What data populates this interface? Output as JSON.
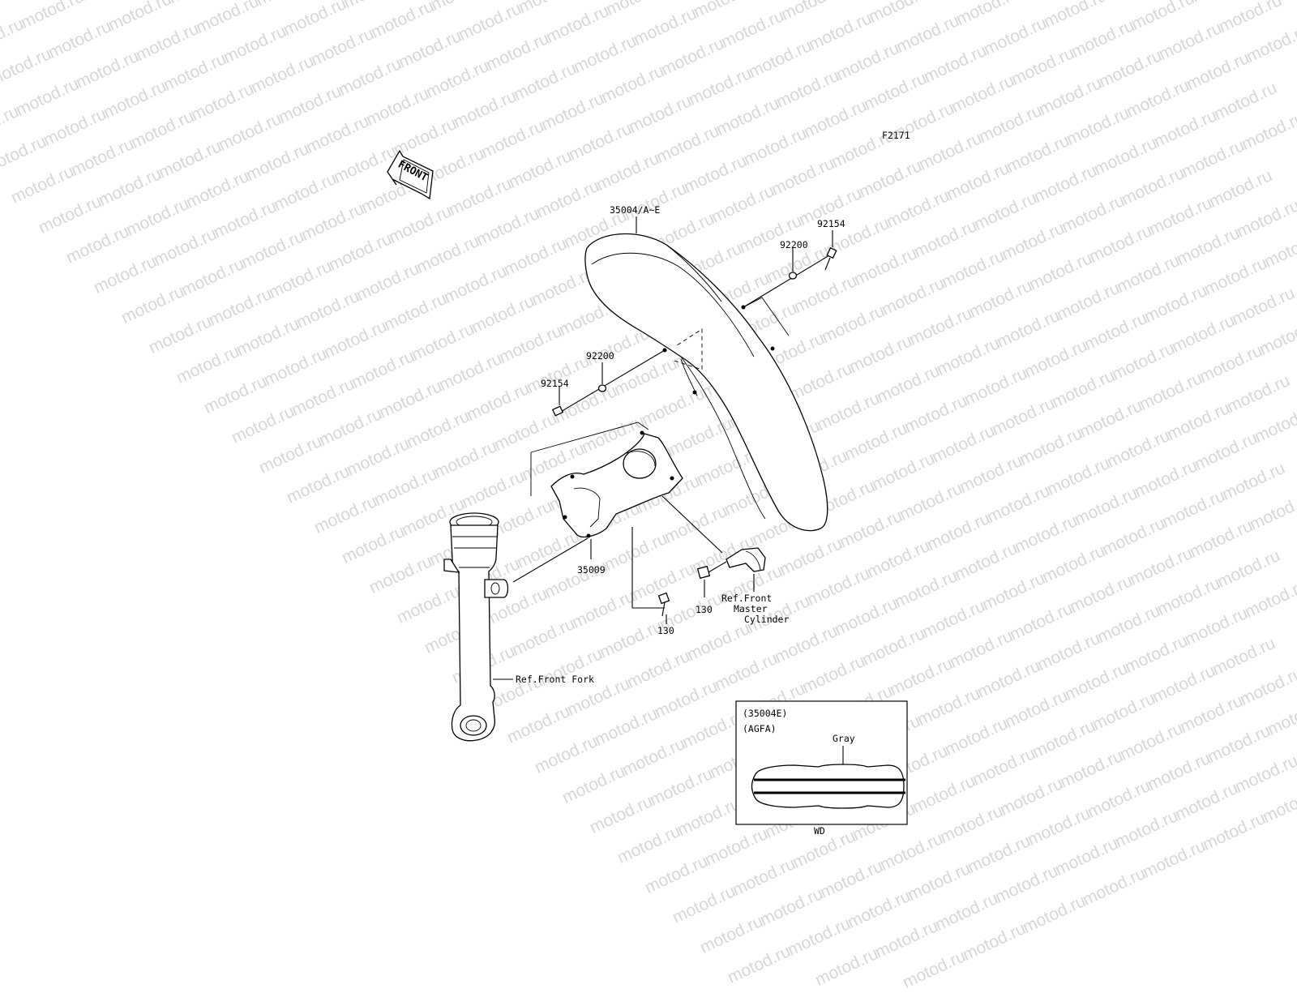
{
  "watermark": {
    "text": "motod.ru"
  },
  "diagram_code": "F2171",
  "front_badge": "FRONT",
  "labels": {
    "fender": "35004/A~E",
    "washer_right": "92200",
    "bolt_right": "92154",
    "washer_left": "92200",
    "bolt_left": "92154",
    "bracket": "35009",
    "bolt_130_a": "130",
    "bolt_130_b": "130",
    "ref_master_line1": "Ref.Front",
    "ref_master_line2": "Master",
    "ref_master_line3": "Cylinder",
    "ref_front_fork": "Ref.Front Fork"
  },
  "inset": {
    "line1": "(35004E)",
    "line2": "(AGFA)",
    "color_label": "Gray",
    "footer": "WD"
  }
}
